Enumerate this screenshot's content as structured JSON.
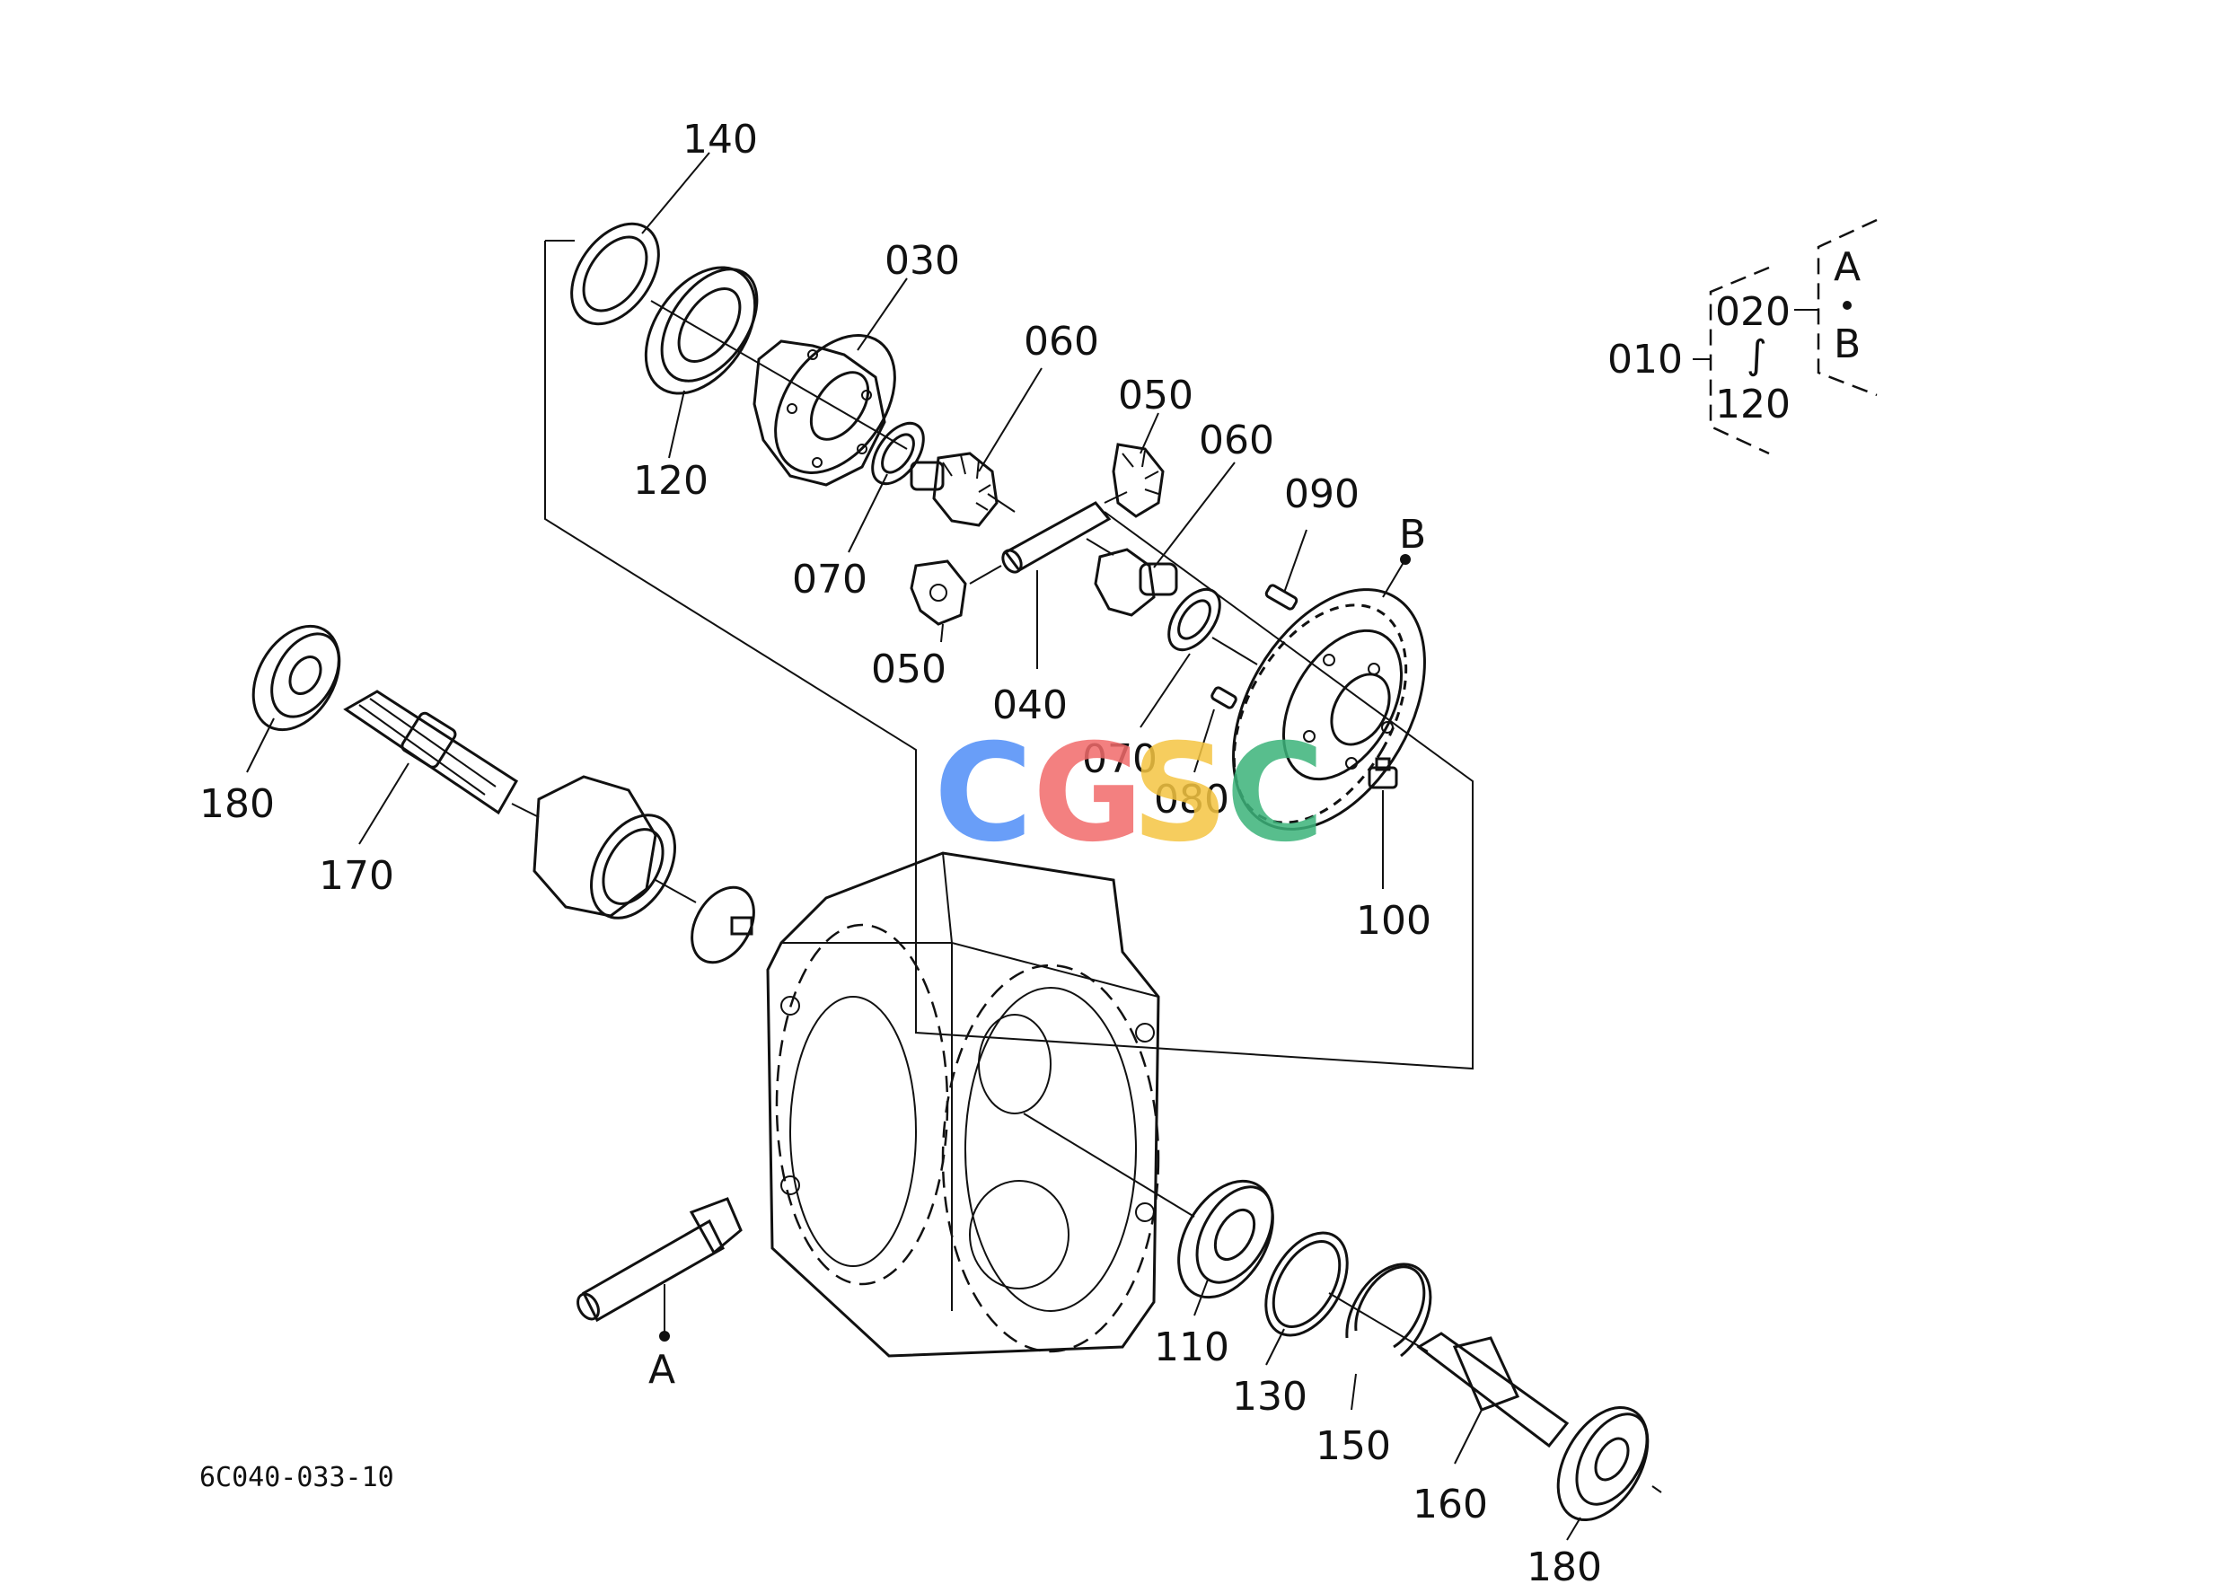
{
  "labels": {
    "p140": "140",
    "p030": "030",
    "p060a": "060",
    "p050a": "050",
    "p060b": "060",
    "p090": "090",
    "pB": "B",
    "p120": "120",
    "p070a": "070",
    "p050b": "050",
    "p040": "040",
    "p070b": "070",
    "p080": "080",
    "p100": "100",
    "p180a": "180",
    "p170": "170",
    "pA": "A",
    "p110": "110",
    "p130": "130",
    "p150": "150",
    "p160": "160",
    "p180b": "180"
  },
  "legend": {
    "assembly": "010",
    "range_start": "020",
    "range_sep": "∫",
    "range_end": "120",
    "ref_a": "A",
    "ref_b": "B"
  },
  "drawing_code": "6C040-033-10",
  "watermark": {
    "letters": [
      "C",
      "G",
      "S",
      "C"
    ],
    "colors": [
      "#4f8ef7",
      "#f26b6b",
      "#f5c542",
      "#3cb37a"
    ]
  }
}
